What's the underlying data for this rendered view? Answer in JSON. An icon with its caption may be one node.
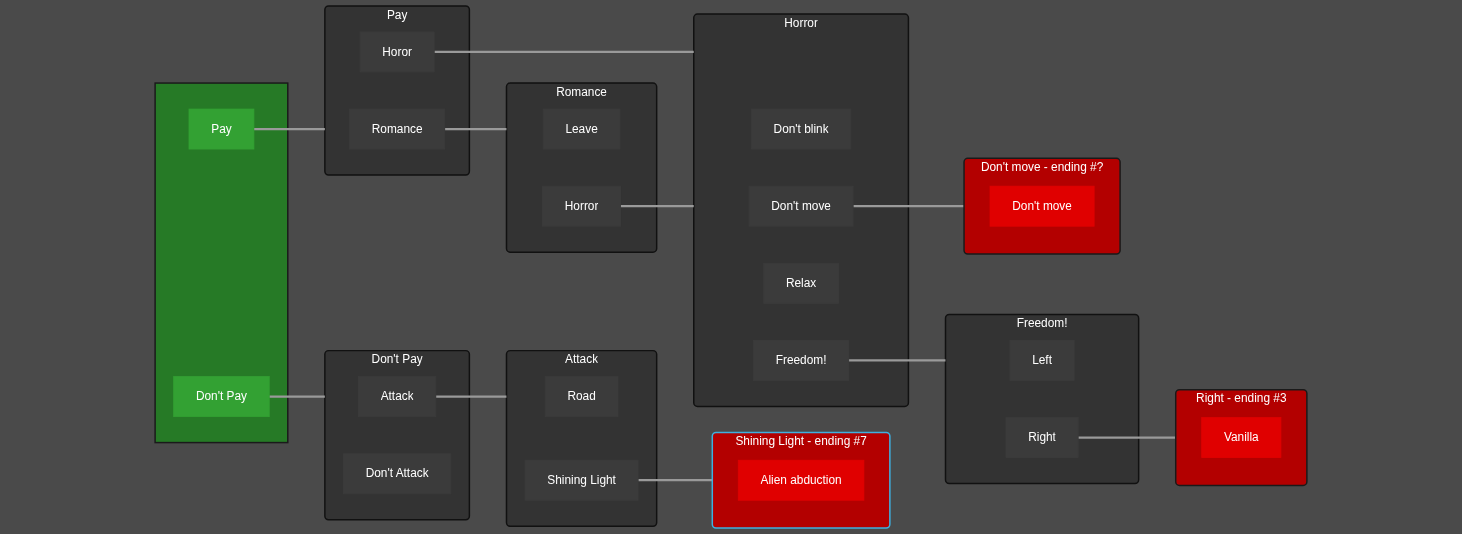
{
  "diagram": {
    "nodes": [
      {
        "text": [],
        "shape": "box"
      },
      {
        "text": [
          "Pay"
        ],
        "in": 0
      },
      {
        "text": [
          "Don't Pay"
        ],
        "in": 0
      },
      {
        "text": [
          "Don't Pay"
        ]
      },
      {
        "text": [
          "Attack"
        ],
        "in": 3
      },
      {
        "text": [
          "Don't Attack"
        ],
        "in": 3
      },
      {
        "text": [
          "Attack"
        ]
      },
      {
        "text": [
          "Road"
        ],
        "in": 6
      },
      {
        "text": [
          "Shining Light"
        ],
        "in": 6
      },
      {
        "text": [
          "Shining Light - ending #7"
        ]
      },
      {
        "text": [
          "Alien abduction"
        ],
        "in": 9
      },
      {
        "text": [
          "Pay"
        ]
      },
      {
        "text": [
          "Romance"
        ],
        "in": 11
      },
      {
        "text": [
          "Horor"
        ],
        "in": 11
      },
      {
        "text": [
          "Romance"
        ]
      },
      {
        "text": [
          "Leave"
        ],
        "in": 14
      },
      {
        "text": [
          "Horror"
        ],
        "in": 14
      },
      {
        "text": [
          "Horror"
        ]
      },
      {
        "text": [
          "Don't blink"
        ],
        "in": 17
      },
      {
        "text": [
          "Don't move"
        ],
        "in": 17
      },
      {
        "text": [
          "Relax"
        ],
        "in": 17
      },
      {
        "text": [
          "Freedom!"
        ],
        "in": 17
      },
      {
        "text": [
          "Freedom!"
        ]
      },
      {
        "text": [
          "Left"
        ],
        "in": 22
      },
      {
        "text": [
          "Right"
        ],
        "in": 22
      },
      {
        "text": [
          "Right - ending #3"
        ]
      },
      {
        "text": [
          "Vanilla"
        ],
        "in": 25
      },
      {
        "text": [
          "Don't move - ending #?"
        ]
      },
      {
        "text": [
          "Don't move"
        ],
        "in": 27
      }
    ],
    "edges": [
      {
        "from": 2,
        "to": 3,
        "arrow": "none"
      },
      {
        "from": 1,
        "to": 11,
        "arrow": "none"
      },
      {
        "from": 4,
        "to": 6,
        "arrow": "none"
      },
      {
        "from": 8,
        "to": 9,
        "arrow": "none"
      },
      {
        "from": 12,
        "to": 14,
        "arrow": "none"
      },
      {
        "from": 13,
        "to": 17,
        "arrow": "none"
      },
      {
        "from": 16,
        "to": 17,
        "arrow": "none"
      },
      {
        "from": 21,
        "to": 22,
        "arrow": "none"
      },
      {
        "from": 19,
        "to": 27,
        "arrow": "none"
      },
      {
        "from": 24,
        "to": 25,
        "arrow": "none"
      }
    ]
  }
}
